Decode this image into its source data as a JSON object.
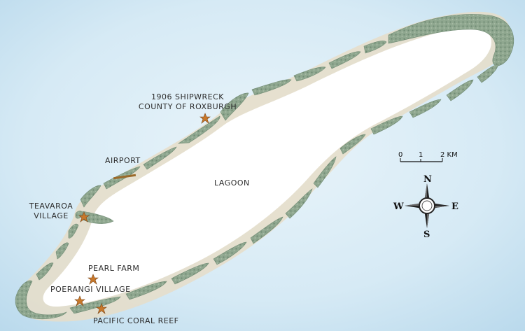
{
  "map": {
    "colors": {
      "ocean": "#cfe6f3",
      "ocean_edge": "#b7d8eb",
      "lagoon": "#ffffff",
      "reef_sand": "#e6ddc8",
      "motu_green": "#8fa78f",
      "motu_dark": "#6f8a73",
      "marker": "#c8782a",
      "airstrip": "#9a6a2a"
    },
    "labels": {
      "shipwreck_line1": "1906 SHIPWRECK",
      "shipwreck_line2": "COUNTY OF ROXBURGH",
      "airport": "AIRPORT",
      "lagoon": "LAGOON",
      "teavaroa_line1": "TEAVAROA",
      "teavaroa_line2": "VILLAGE",
      "pearl_farm": "PEARL FARM",
      "poerangi": "POERANGI VILLAGE",
      "pacific_coral_reef": "PACIFIC CORAL REEF"
    },
    "scale": {
      "tick0": "0",
      "tick1": "1",
      "tick2": "2 KM"
    },
    "compass": {
      "n": "N",
      "s": "S",
      "e": "E",
      "w": "W"
    }
  }
}
